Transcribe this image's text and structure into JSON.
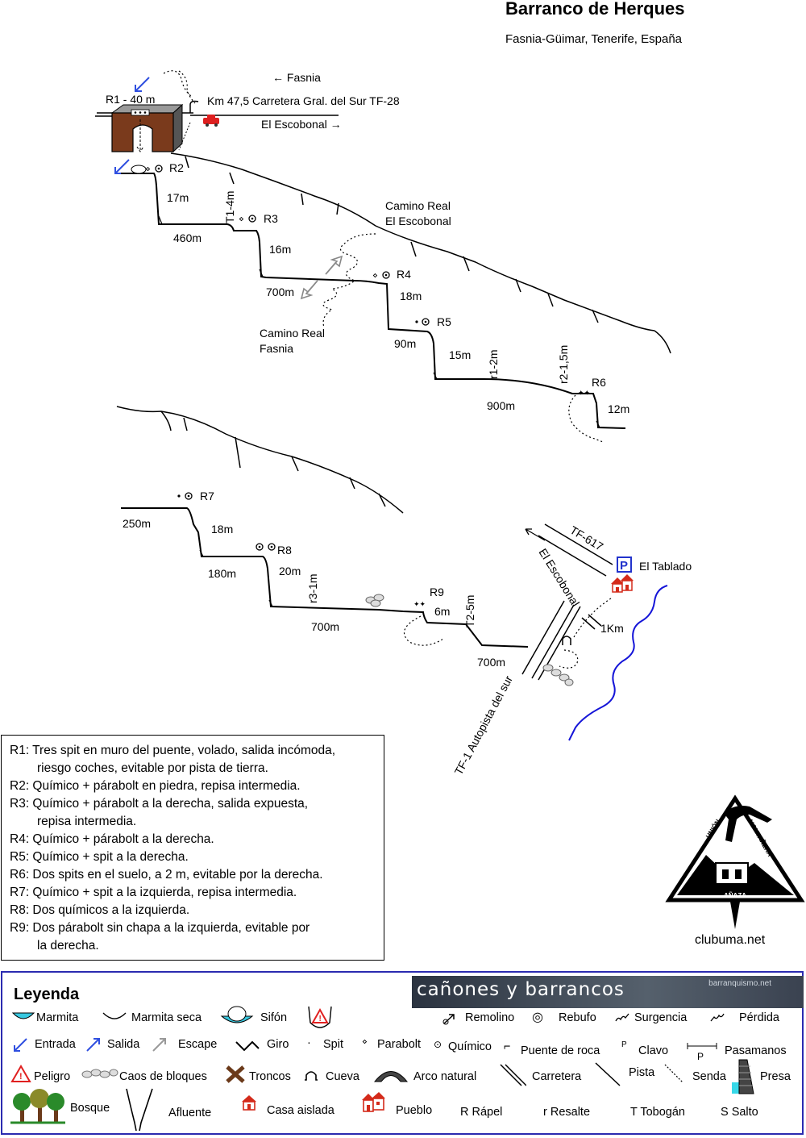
{
  "header": {
    "title": "Barranco de Herques",
    "subtitle": "Fasnia-Güimar, Tenerife, España"
  },
  "road": {
    "to_fasnia": "← Fasnia",
    "km_label": "Km 47,5 Carretera Gral. del Sur TF-28",
    "to_escobonal": "El Escobonal →"
  },
  "anchors": {
    "r1": "R1 - 40 m",
    "r2": "R2",
    "r3": "R3",
    "r4": "R4",
    "r5": "R5",
    "r6": "R6",
    "r7": "R7",
    "r8": "R8",
    "r9": "R9"
  },
  "measures": {
    "m17": "17m",
    "m460": "460m",
    "t1_4": "T1-4m",
    "m16": "16m",
    "m700a": "700m",
    "m18a": "18m",
    "m90": "90m",
    "m15": "15m",
    "r1_2": "r1-2m",
    "r2_15": "r2-1,5m",
    "m900": "900m",
    "m12": "12m",
    "m250": "250m",
    "m18b": "18m",
    "m180": "180m",
    "m20": "20m",
    "r3_1": "r3-1m",
    "m700b": "700m",
    "m6": "6m",
    "t2_5": "T2-5m",
    "m700c": "700m",
    "km1": "1Km"
  },
  "places": {
    "camino_escobonal_1": "Camino Real",
    "camino_escobonal_2": "El Escobonal",
    "camino_fasnia_1": "Camino Real",
    "camino_fasnia_2": "Fasnia",
    "tf617": "TF-617",
    "tf617_dir": "El Escobonal",
    "tablado": "El Tablado",
    "parking": "P",
    "autopista": "TF-1 Autopista del sur"
  },
  "notes": [
    {
      "line1": "R1: Tres spit en muro del puente, volado, salida incómoda,",
      "line2": "riesgo coches, evitable por pista de tierra."
    },
    {
      "line1": "R2: Químico + párabolt en piedra, repisa intermedia.",
      "line2": ""
    },
    {
      "line1": "R3: Químico + párabolt a la derecha, salida expuesta,",
      "line2": "repisa intermedia."
    },
    {
      "line1": "R4: Químico + párabolt a la derecha.",
      "line2": ""
    },
    {
      "line1": "R5: Químico + spit a la derecha.",
      "line2": ""
    },
    {
      "line1": "R6: Dos spits en el suelo, a 2 m, evitable por la derecha.",
      "line2": ""
    },
    {
      "line1": "R7: Químico + spit a la izquierda, repisa intermedia.",
      "line2": ""
    },
    {
      "line1": "R8: Dos químicos a la izquierda.",
      "line2": ""
    },
    {
      "line1": "R9: Dos párabolt sin chapa a la izquierda, evitable por",
      "line2": "la derecha."
    }
  ],
  "logo": {
    "top_left": "UNIÓN",
    "top_right": "MONTAÑERA",
    "bottom": "AÑAZA",
    "website": "clubuma.net"
  },
  "legend": {
    "title": "Leyenda",
    "banner_title": "cañones y barrancos",
    "banner_sub": "barranquismo.net",
    "items": {
      "marmita": "Marmita",
      "marmita_seca": "Marmita seca",
      "sifon": "Sifón",
      "remolino": "Remolino",
      "rebufo": "Rebufo",
      "surgencia": "Surgencia",
      "perdida": "Pérdida",
      "entrada": "Entrada",
      "salida": "Salida",
      "escape": "Escape",
      "giro": "Giro",
      "spit": "Spit",
      "parabolt": "Parabolt",
      "quimico": "Químico",
      "puente_roca": "Puente de roca",
      "clavo": "Clavo",
      "pasamanos": "Pasamanos",
      "peligro": "Peligro",
      "caos": "Caos de bloques",
      "troncos": "Troncos",
      "cueva": "Cueva",
      "arco": "Arco natural",
      "carretera": "Carretera",
      "pista": "Pista",
      "senda": "Senda",
      "presa": "Presa",
      "bosque": "Bosque",
      "afluente": "Afluente",
      "casa": "Casa aislada",
      "pueblo": "Pueblo",
      "rapel": "R Rápel",
      "resalte": "r Resalte",
      "tobogan": "T Tobogán",
      "salto": "S Salto",
      "pasamanos_p": "P",
      "clavo_p": "P"
    }
  },
  "colors": {
    "entry_arrow": "#2f4fe0",
    "river": "#1515d8",
    "car": "#dd2020",
    "house": "#d42a1a",
    "legend_border": "#2b2bb0",
    "sifon": "#38c8e0",
    "bridge": "#7a3a1c"
  }
}
